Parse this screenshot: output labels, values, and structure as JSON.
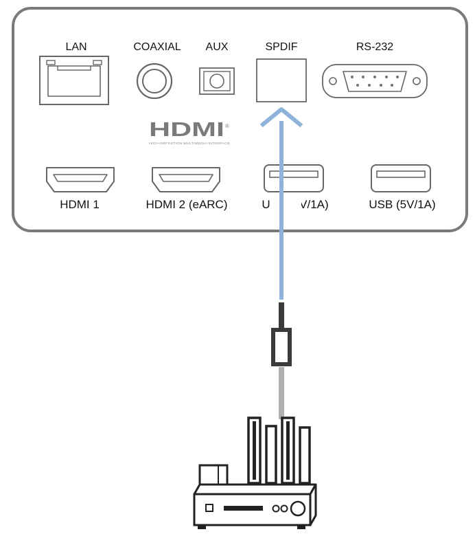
{
  "panel": {
    "ports_top": [
      {
        "label": "LAN",
        "icon": "lan-port-icon"
      },
      {
        "label": "COAXIAL",
        "icon": "coaxial-port-icon"
      },
      {
        "label": "AUX",
        "icon": "aux-port-icon"
      },
      {
        "label": "SPDIF",
        "icon": "spdif-port-icon"
      },
      {
        "label": "RS-232",
        "icon": "rs232-port-icon"
      }
    ],
    "logo": {
      "wordmark": "HDMI",
      "registered": "®",
      "tagline": "HIGH-DEFINITION MULTIMEDIA INTERFACE"
    },
    "ports_bottom": [
      {
        "label": "HDMI 1",
        "icon": "hdmi-port-icon"
      },
      {
        "label": "HDMI 2 (eARC)",
        "icon": "hdmi-port-icon"
      },
      {
        "label": "USB (5V/1A)",
        "icon": "usb-port-icon"
      },
      {
        "label": "USB (5V/1A)",
        "icon": "usb-port-icon"
      }
    ]
  },
  "colors": {
    "panel_stroke": "#7a7a7a",
    "arrow_blue": "#8fb3da",
    "cable_dark": "#3a3a3a",
    "cable_light": "#b0b0b0"
  }
}
